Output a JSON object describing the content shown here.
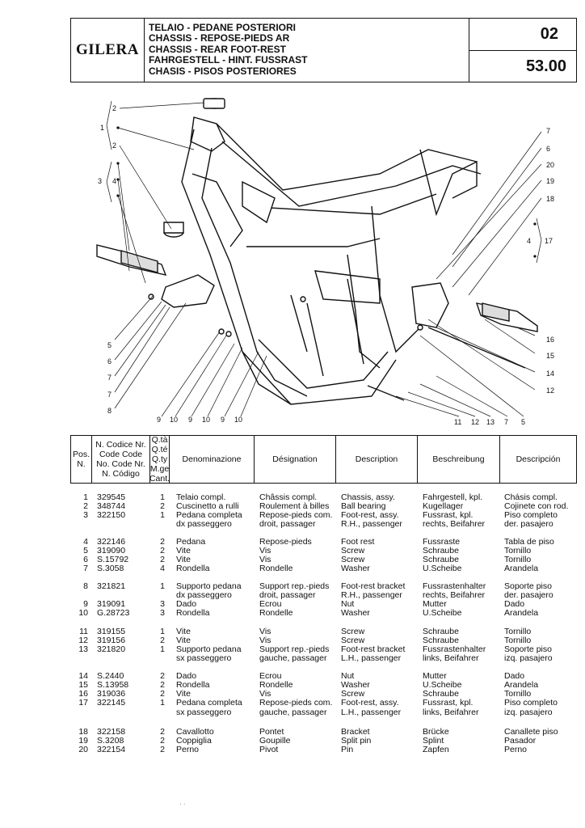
{
  "header": {
    "brand": "GILERA",
    "titles": [
      "TELAIO - PEDANE POSTERIORI",
      "CHASSIS - REPOSE-PIEDS AR",
      "CHASSIS - REAR FOOT-REST",
      "FAHRGESTELL - HINT. FUSSRAST",
      "CHASIS - PISOS POSTERIORES"
    ],
    "group": "02",
    "page": "53.00"
  },
  "callouts": {
    "left": [
      "2",
      "1",
      "2",
      "3",
      "4",
      "5",
      "6",
      "7",
      "7",
      "8"
    ],
    "right_top": [
      "7",
      "6",
      "20",
      "19",
      "18",
      "4",
      "17",
      "16",
      "15",
      "14",
      "12"
    ],
    "bottom": [
      "9",
      "10",
      "9",
      "10",
      "9",
      "10",
      "11",
      "12",
      "13",
      "7",
      "5"
    ]
  },
  "table_header": {
    "pos": "Pos. N.",
    "code": "N. Codice Nr. Code Code No. Code Nr. N. Código",
    "qty": "Q.tà Q.té Q.ty M.ge Cant.",
    "it": "Denominazione",
    "fr": "Désignation",
    "en": "Description",
    "de": "Beschreibung",
    "es": "Descripción"
  },
  "parts": [
    {
      "pos": "1",
      "code": "329545",
      "qty": "1",
      "it": "Telaio compl.",
      "fr": "Châssis compl.",
      "en": "Chassis, assy.",
      "de": "Fahrgestell, kpl.",
      "es": "Chásis compl."
    },
    {
      "pos": "2",
      "code": "348744",
      "qty": "2",
      "it": "Cuscinetto a rulli",
      "fr": "Roulement à billes",
      "en": "Ball bearing",
      "de": "Kugellager",
      "es": "Cojinete con rod."
    },
    {
      "pos": "3",
      "code": "322150",
      "qty": "1",
      "it": "Pedana completa",
      "fr": "Repose-pieds com.",
      "en": "Foot-rest, assy.",
      "de": "Fussrast, kpl.",
      "es": "Piso completo"
    },
    {
      "pos": "",
      "code": "",
      "qty": "",
      "it": "dx passeggero",
      "fr": "droit, passager",
      "en": "R.H., passenger",
      "de": "rechts, Beifahrer",
      "es": "der. pasajero"
    },
    {
      "pos": "4",
      "code": "322146",
      "qty": "2",
      "it": "Pedana",
      "fr": "Repose-pieds",
      "en": "Foot rest",
      "de": "Fussraste",
      "es": "Tabla de piso"
    },
    {
      "pos": "5",
      "code": "319090",
      "qty": "2",
      "it": "Vite",
      "fr": "Vis",
      "en": "Screw",
      "de": "Schraube",
      "es": "Tornillo"
    },
    {
      "pos": "6",
      "code": "S.15792",
      "qty": "2",
      "it": "Vite",
      "fr": "Vis",
      "en": "Screw",
      "de": "Schraube",
      "es": "Tornillo"
    },
    {
      "pos": "7",
      "code": "S.3058",
      "qty": "4",
      "it": "Rondella",
      "fr": "Rondelle",
      "en": "Washer",
      "de": "U.Scheibe",
      "es": "Arandela"
    },
    {
      "pos": "8",
      "code": "321821",
      "qty": "1",
      "it": "Supporto pedana",
      "fr": "Support rep.-pieds",
      "en": "Foot-rest bracket",
      "de": "Fussrastenhalter",
      "es": "Soporte piso"
    },
    {
      "pos": "",
      "code": "",
      "qty": "",
      "it": "dx passeggero",
      "fr": "droit, passager",
      "en": "R.H., passenger",
      "de": "rechts, Beifahrer",
      "es": "der. pasajero"
    },
    {
      "pos": "9",
      "code": "319091",
      "qty": "3",
      "it": "Dado",
      "fr": "Ecrou",
      "en": "Nut",
      "de": "Mutter",
      "es": "Dado"
    },
    {
      "pos": "10",
      "code": "G.28723",
      "qty": "3",
      "it": "Rondella",
      "fr": "Rondelle",
      "en": "Washer",
      "de": "U.Scheibe",
      "es": "Arandela"
    },
    {
      "pos": "11",
      "code": "319155",
      "qty": "1",
      "it": "Vite",
      "fr": "Vis",
      "en": "Screw",
      "de": "Schraube",
      "es": "Tornillo"
    },
    {
      "pos": "12",
      "code": "319156",
      "qty": "2",
      "it": "Vite",
      "fr": "Vis",
      "en": "Screw",
      "de": "Schraube",
      "es": "Tornillo"
    },
    {
      "pos": "13",
      "code": "321820",
      "qty": "1",
      "it": "Supporto pedana",
      "fr": "Support rep.-pieds",
      "en": "Foot-rest bracket",
      "de": "Fussrastenhalter",
      "es": "Soporte piso"
    },
    {
      "pos": "",
      "code": "",
      "qty": "",
      "it": "sx passeggero",
      "fr": "gauche, passager",
      "en": "L.H., passenger",
      "de": "links, Beifahrer",
      "es": "izq. pasajero"
    },
    {
      "pos": "14",
      "code": "S.2440",
      "qty": "2",
      "it": "Dado",
      "fr": "Ecrou",
      "en": "Nut",
      "de": "Mutter",
      "es": "Dado"
    },
    {
      "pos": "15",
      "code": "S.13958",
      "qty": "2",
      "it": "Rondella",
      "fr": "Rondelle",
      "en": "Washer",
      "de": "U.Scheibe",
      "es": "Arandela"
    },
    {
      "pos": "16",
      "code": "319036",
      "qty": "2",
      "it": "Vite",
      "fr": "Vis",
      "en": "Screw",
      "de": "Schraube",
      "es": "Tornillo"
    },
    {
      "pos": "17",
      "code": "322145",
      "qty": "1",
      "it": "Pedana completa",
      "fr": "Repose-pieds com.",
      "en": "Foot-rest, assy.",
      "de": "Fussrast, kpl.",
      "es": "Piso completo"
    },
    {
      "pos": "",
      "code": "",
      "qty": "",
      "it": "sx passeggero",
      "fr": "gauche, passager",
      "en": "L.H., passenger",
      "de": "links, Beifahrer",
      "es": "izq. pasajero"
    },
    {
      "pos": "18",
      "code": "322158",
      "qty": "2",
      "it": "Cavallotto",
      "fr": "Pontet",
      "en": "Bracket",
      "de": "Brücke",
      "es": "Canallete piso"
    },
    {
      "pos": "19",
      "code": "S.3208",
      "qty": "2",
      "it": "Coppiglia",
      "fr": "Goupille",
      "en": "Split pin",
      "de": "Splint",
      "es": "Pasador"
    },
    {
      "pos": "20",
      "code": "322154",
      "qty": "2",
      "it": "Perno",
      "fr": "Pivot",
      "en": "Pin",
      "de": "Zapfen",
      "es": "Perno"
    }
  ]
}
